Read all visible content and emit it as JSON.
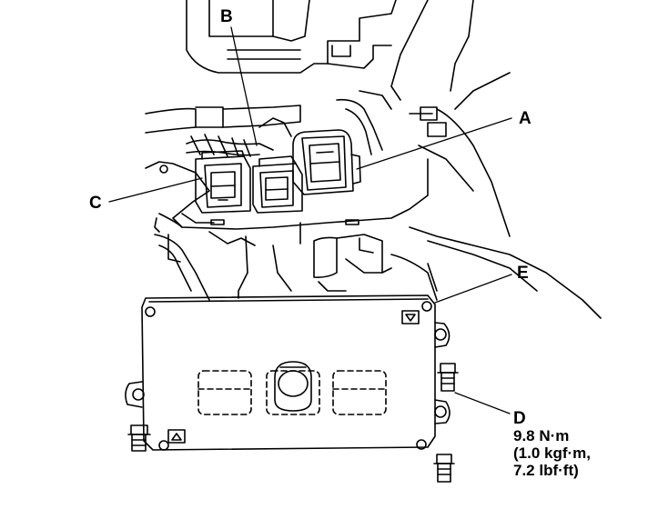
{
  "callouts": {
    "a": "A",
    "b": "B",
    "c": "C",
    "d": "D",
    "e": "E"
  },
  "torque_spec": {
    "line1": "9.8 N·m",
    "line2": "(1.0 kgf·m,",
    "line3": "7.2 lbf·ft)"
  },
  "colors": {
    "line": "#000000",
    "background": "#ffffff"
  }
}
